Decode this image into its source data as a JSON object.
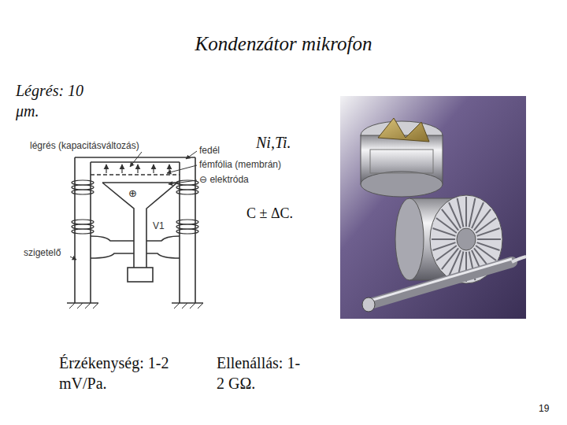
{
  "diagram": {
    "title": "Kondenzátor mikrofon",
    "labels": [
      "Légrés: 10 μm.",
      "légrés (kapacitásváltozás)",
      "fedél",
      "fémfólia (membrán)",
      "⊖ elektróda",
      "Ni,Ti.",
      "⊕",
      "V1",
      "C ± ΔC.",
      "szigetelő",
      "Érzékenység: 1-2 mV/Pa.",
      "Ellenállás: 1-2 GΩ.",
      "19"
    ]
  }
}
